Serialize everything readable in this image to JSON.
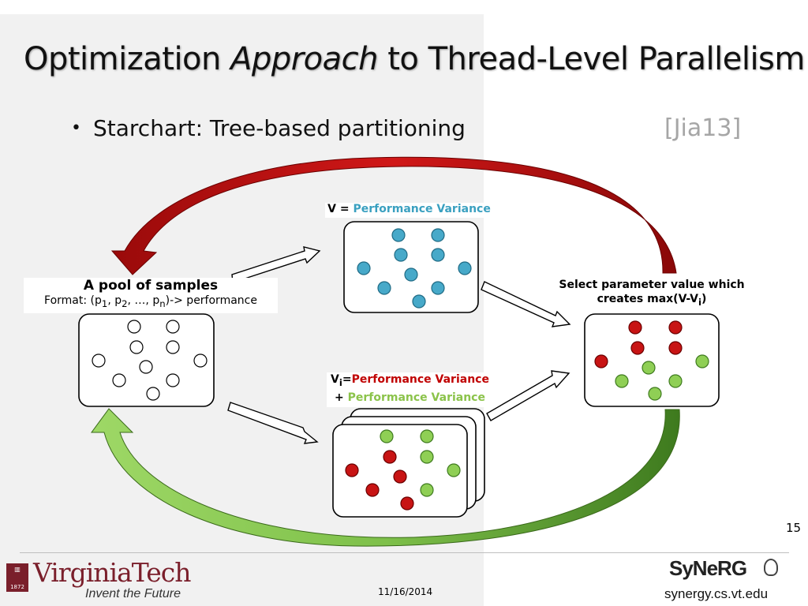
{
  "slide": {
    "title_part1": "Optimization ",
    "title_italic": "Approach",
    "title_part2": " to Thread-Level Parallelism",
    "bullet_text": "Starchart:  Tree-based partitioning",
    "citation": "[Jia13]",
    "page_number": "15"
  },
  "diagram": {
    "pool": {
      "title": "A pool of samples",
      "format_prefix": "Format: (p",
      "sub1": "1",
      "mid1": ", p",
      "sub2": "2",
      "mid2": ", …, p",
      "subn": "n",
      "format_suffix": ")-> performance"
    },
    "v_label": {
      "prefix": "V = ",
      "term": "Performance Variance"
    },
    "vi_label": {
      "v": "V",
      "sub": "i",
      "eq": "=",
      "term_red": "Performance Variance",
      "plus": "+ ",
      "term_green": "Performance Variance"
    },
    "select_label": {
      "line1": "Select parameter value which",
      "line2_prefix": "creates max(V-V",
      "line2_sub": "i",
      "line2_suffix": ")"
    },
    "colors": {
      "blue": "#3aa0c0",
      "red": "#c00000",
      "green": "#8bc34a",
      "top_arrow": "#b01010",
      "bottom_arrow": "#6aaa30"
    }
  },
  "footer": {
    "logo_name": "VirginiaTech",
    "tagline": "Invent the Future",
    "seal_year": "1872",
    "date": "11/16/2014",
    "lab_logo": "SyNeRG",
    "lab_url": "synergy.cs.vt.edu"
  }
}
